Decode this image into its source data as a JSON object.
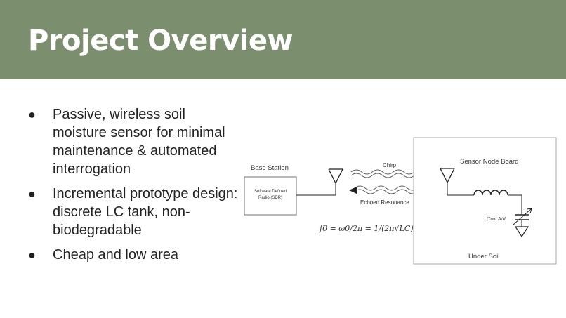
{
  "slide": {
    "title": "Project Overview",
    "bullets": [
      "Passive, wireless soil moisture sensor for minimal maintenance & automated interrogation",
      "Incremental prototype design: discrete LC tank, non-biodegradable",
      "Cheap and low area"
    ]
  },
  "diagram": {
    "base_station_label": "Base Station",
    "sdr_line1": "Software Defined",
    "sdr_line2": "Radio (SDR)",
    "chirp_label": "Chirp",
    "echo_label": "Echoed Resonance",
    "sensor_board_label": "Sensor Node Board",
    "under_soil_label": "Under Soil",
    "capacitor_formula": "C=ε A/d",
    "resonance_formula": "f0 = ω0/2π = 1/(2π√LC)"
  },
  "colors": {
    "header_bg": "#7b8f6e",
    "title_text": "#ffffff",
    "body_text": "#222222"
  }
}
